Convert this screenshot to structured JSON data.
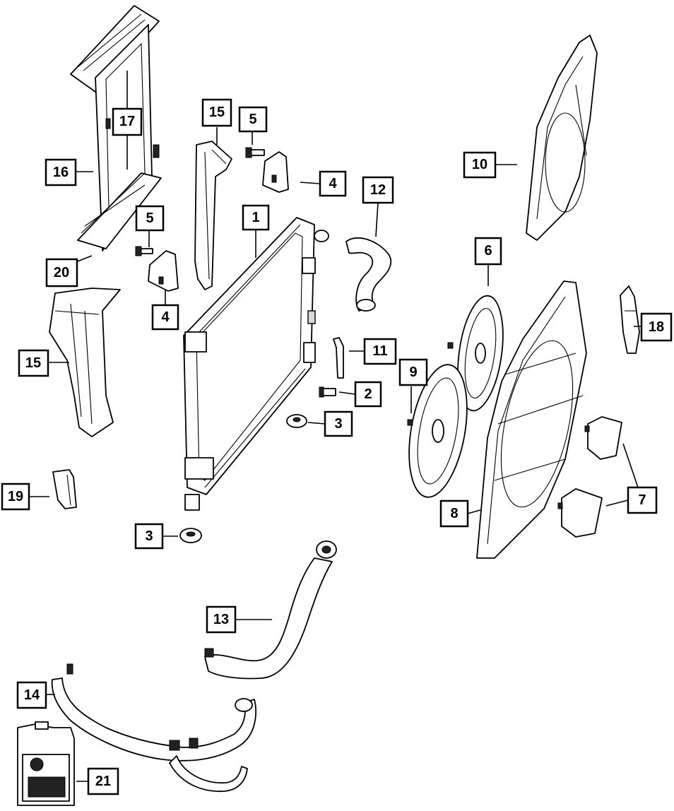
{
  "diagram": {
    "callouts": [
      {
        "id": "c1",
        "label": "1"
      },
      {
        "id": "c2",
        "label": "2"
      },
      {
        "id": "c3a",
        "label": "3"
      },
      {
        "id": "c3b",
        "label": "3"
      },
      {
        "id": "c4a",
        "label": "4"
      },
      {
        "id": "c4b",
        "label": "4"
      },
      {
        "id": "c5a",
        "label": "5"
      },
      {
        "id": "c5b",
        "label": "5"
      },
      {
        "id": "c6",
        "label": "6"
      },
      {
        "id": "c7",
        "label": "7"
      },
      {
        "id": "c8",
        "label": "8"
      },
      {
        "id": "c9",
        "label": "9"
      },
      {
        "id": "c10",
        "label": "10"
      },
      {
        "id": "c11",
        "label": "11"
      },
      {
        "id": "c12",
        "label": "12"
      },
      {
        "id": "c13",
        "label": "13"
      },
      {
        "id": "c14",
        "label": "14"
      },
      {
        "id": "c15a",
        "label": "15"
      },
      {
        "id": "c15b",
        "label": "15"
      },
      {
        "id": "c16",
        "label": "16"
      },
      {
        "id": "c17",
        "label": "17"
      },
      {
        "id": "c18",
        "label": "18"
      },
      {
        "id": "c19",
        "label": "19"
      },
      {
        "id": "c20",
        "label": "20"
      },
      {
        "id": "c21",
        "label": "21"
      }
    ],
    "colors": {
      "line": "#000000",
      "background": "#ffffff",
      "fill_gray": "#d8d8d8"
    }
  }
}
